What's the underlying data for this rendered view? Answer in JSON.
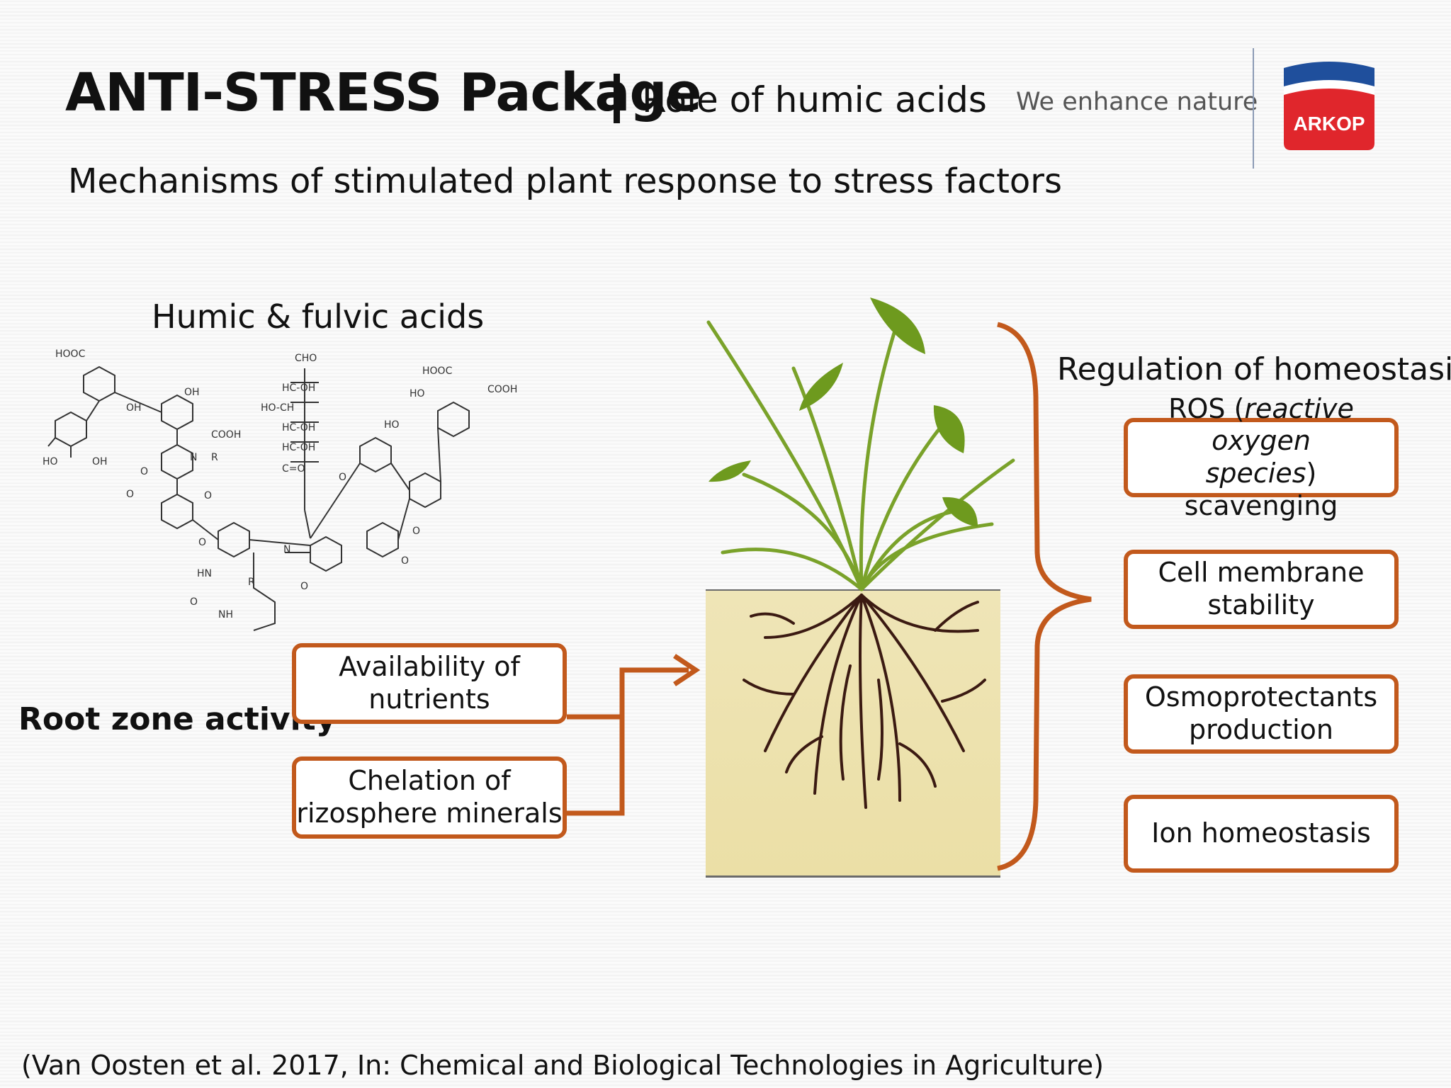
{
  "header": {
    "title": "ANTI-STRESS Package",
    "subtitle": "Role of humic acids",
    "tagline": "We enhance nature",
    "logo_text": "ARKOP",
    "mechanisms": "Mechanisms of stimulated plant response to stress factors"
  },
  "left": {
    "humic_label": "Humic & fulvic acids",
    "root_zone_label": "Root zone activity",
    "boxes": [
      {
        "line1": "Availability of",
        "line2": "nutrients"
      },
      {
        "line1": "Chelation of",
        "line2": "rizosphere minerals"
      }
    ]
  },
  "right": {
    "heading": "Regulation of homeostasis",
    "boxes": [
      {
        "prefix": "ROS (",
        "italic1": "reactive oxygen",
        "italic2": "species",
        "suffix": ") scavenging"
      },
      {
        "line1": "Cell membrane",
        "line2": "stability"
      },
      {
        "line1": "Osmoprotectants",
        "line2": "production"
      },
      {
        "line1": "Ion homeostasis"
      }
    ]
  },
  "molecule_labels": [
    "HOOC",
    "OH",
    "OH",
    "HO",
    "OH",
    "COOH",
    "N",
    "R",
    "O",
    "O",
    "O",
    "O",
    "HN",
    "R",
    "O",
    "NH",
    "CHO",
    "HC-OH",
    "HO-CH",
    "HC-OH",
    "HC-OH",
    "C=O",
    "N",
    "O",
    "HOOC",
    "COOH",
    "HO",
    "HO",
    "O",
    "O",
    "O"
  ],
  "citation": "(Van Oosten et al. 2017, In: Chemical and Biological Technologies in Agriculture)",
  "colors": {
    "accent": "#c2591c",
    "logo_blue": "#1f4f9c",
    "logo_red": "#e0262c",
    "soil": "#ede2ad",
    "root": "#3b1a12",
    "leaf": "#6e9a1e"
  }
}
